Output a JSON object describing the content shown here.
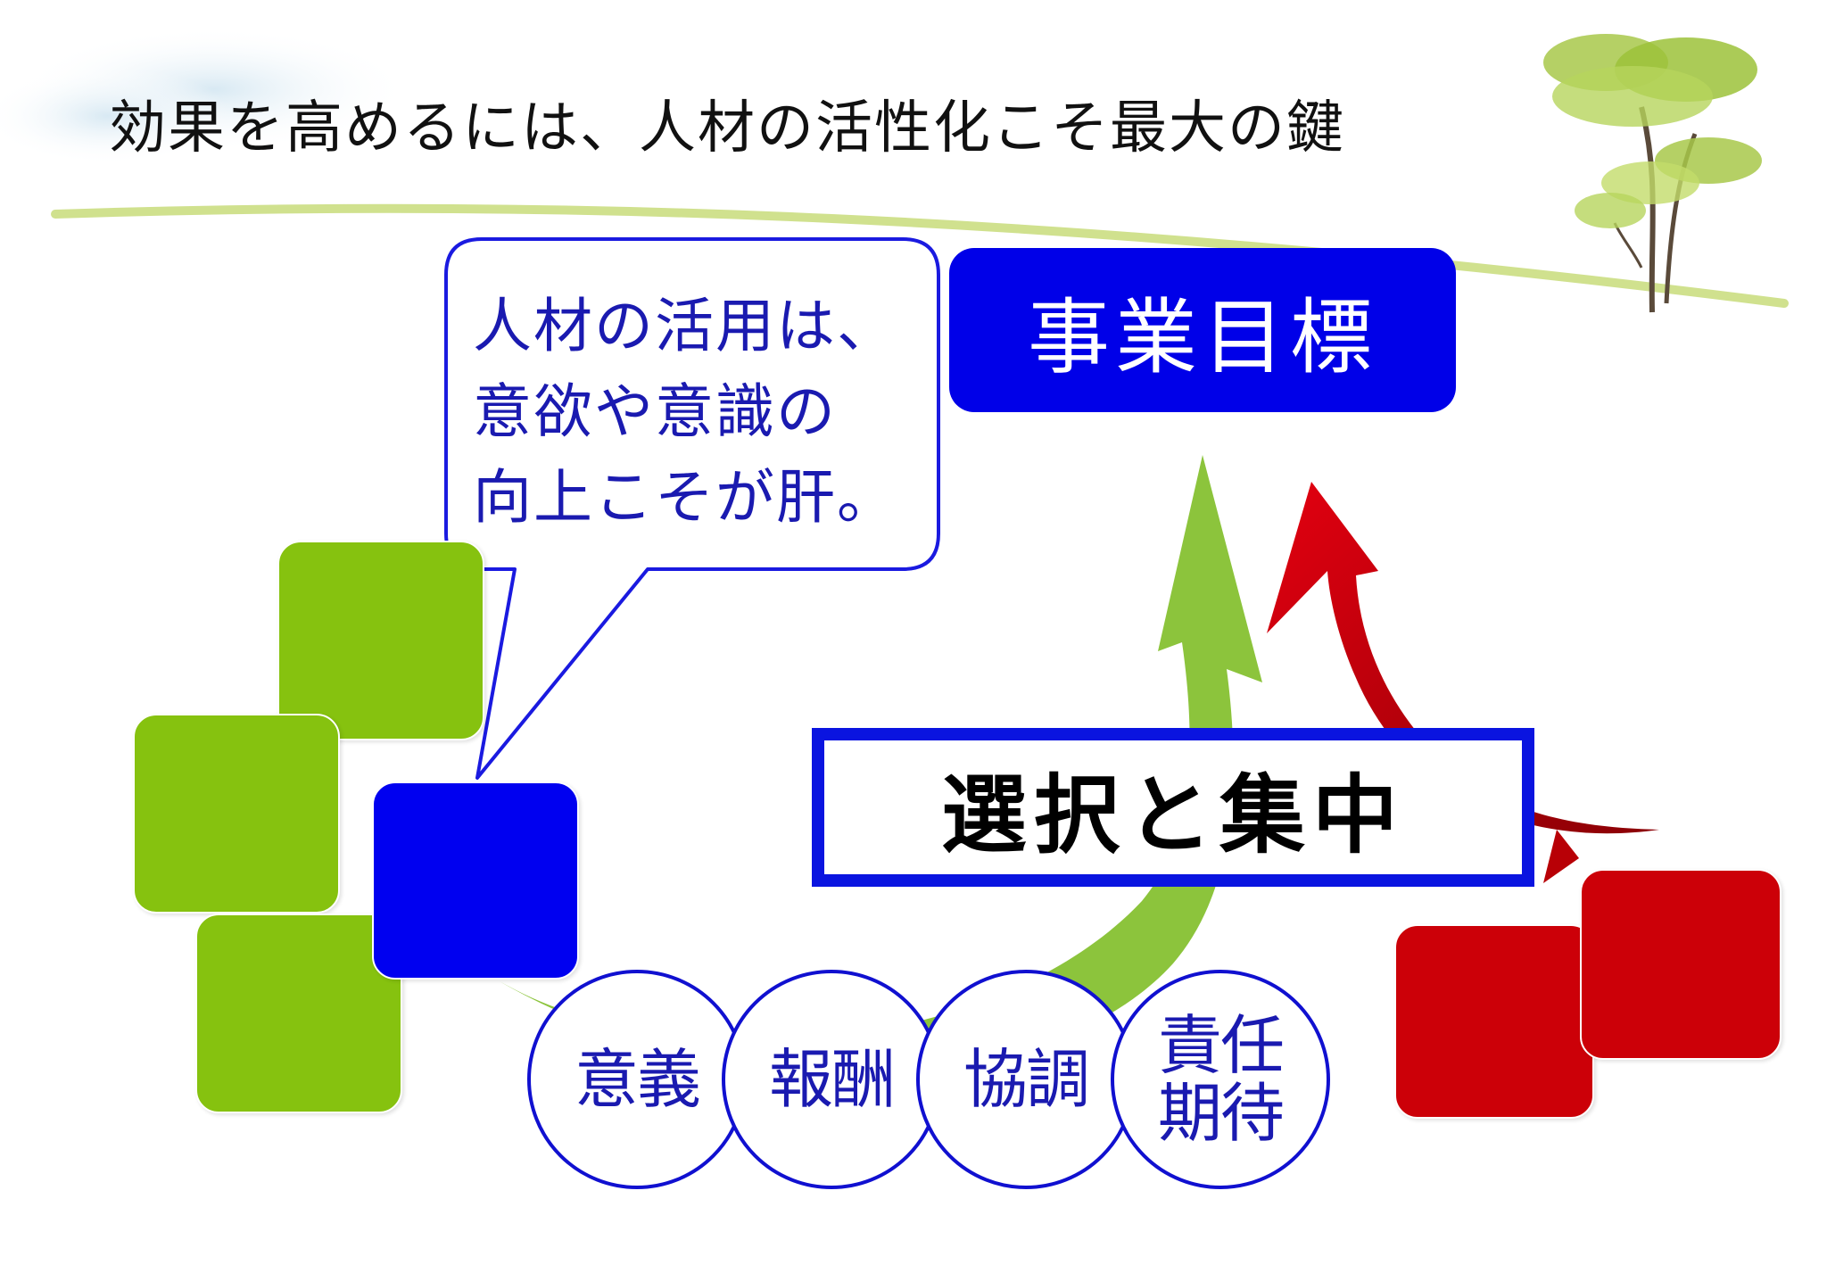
{
  "title": "効果を高めるには、人材の活性化こそ最大の鍵",
  "callout": {
    "lines": [
      "人材の活用は、",
      "意欲や意識の",
      "向上こそが肝。"
    ]
  },
  "target": {
    "label": "事業目標"
  },
  "focus": {
    "label": "選択と集中"
  },
  "factors": [
    {
      "lines": [
        "意義"
      ]
    },
    {
      "lines": [
        "報酬"
      ]
    },
    {
      "lines": [
        "協調"
      ]
    },
    {
      "lines": [
        "責任",
        "期待"
      ]
    }
  ],
  "colors": {
    "accent_blue": "#0000e8",
    "green": "#86c20f",
    "red": "#cc0008",
    "text_blue": "#1a1ab0"
  }
}
